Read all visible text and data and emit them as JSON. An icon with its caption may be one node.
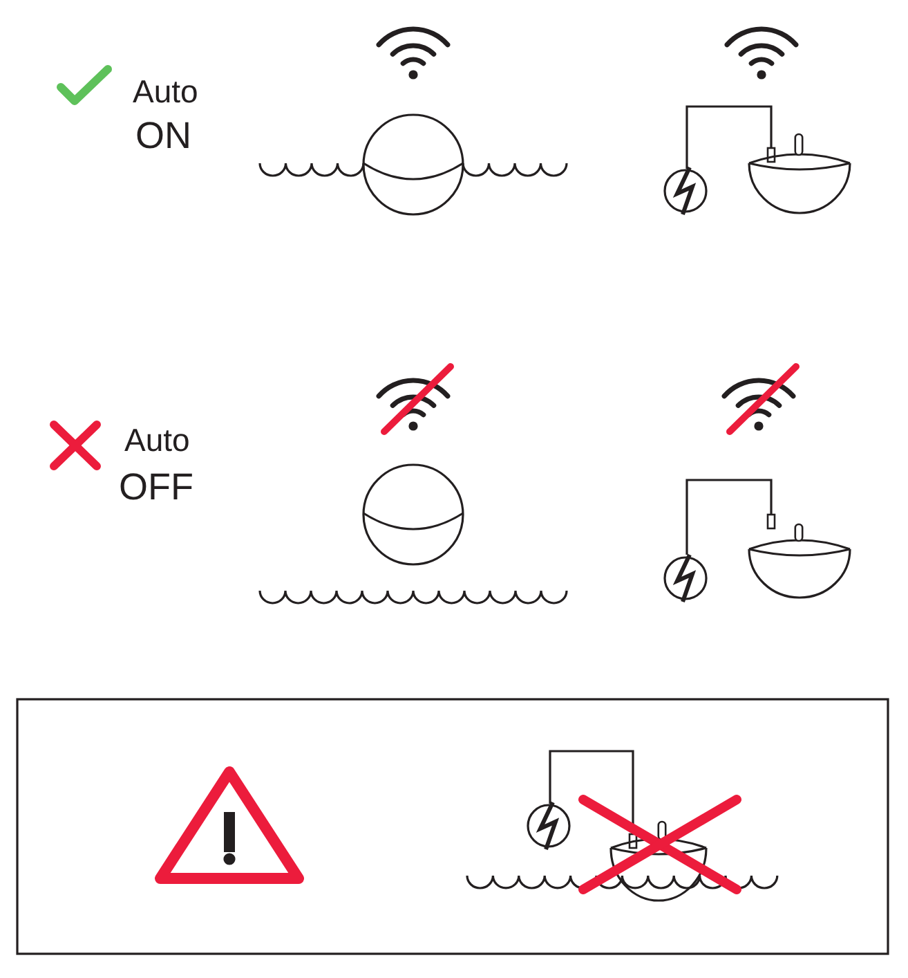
{
  "diagram": {
    "labels": [
      "Auto",
      "ON",
      "Auto",
      "OFF"
    ]
  }
}
